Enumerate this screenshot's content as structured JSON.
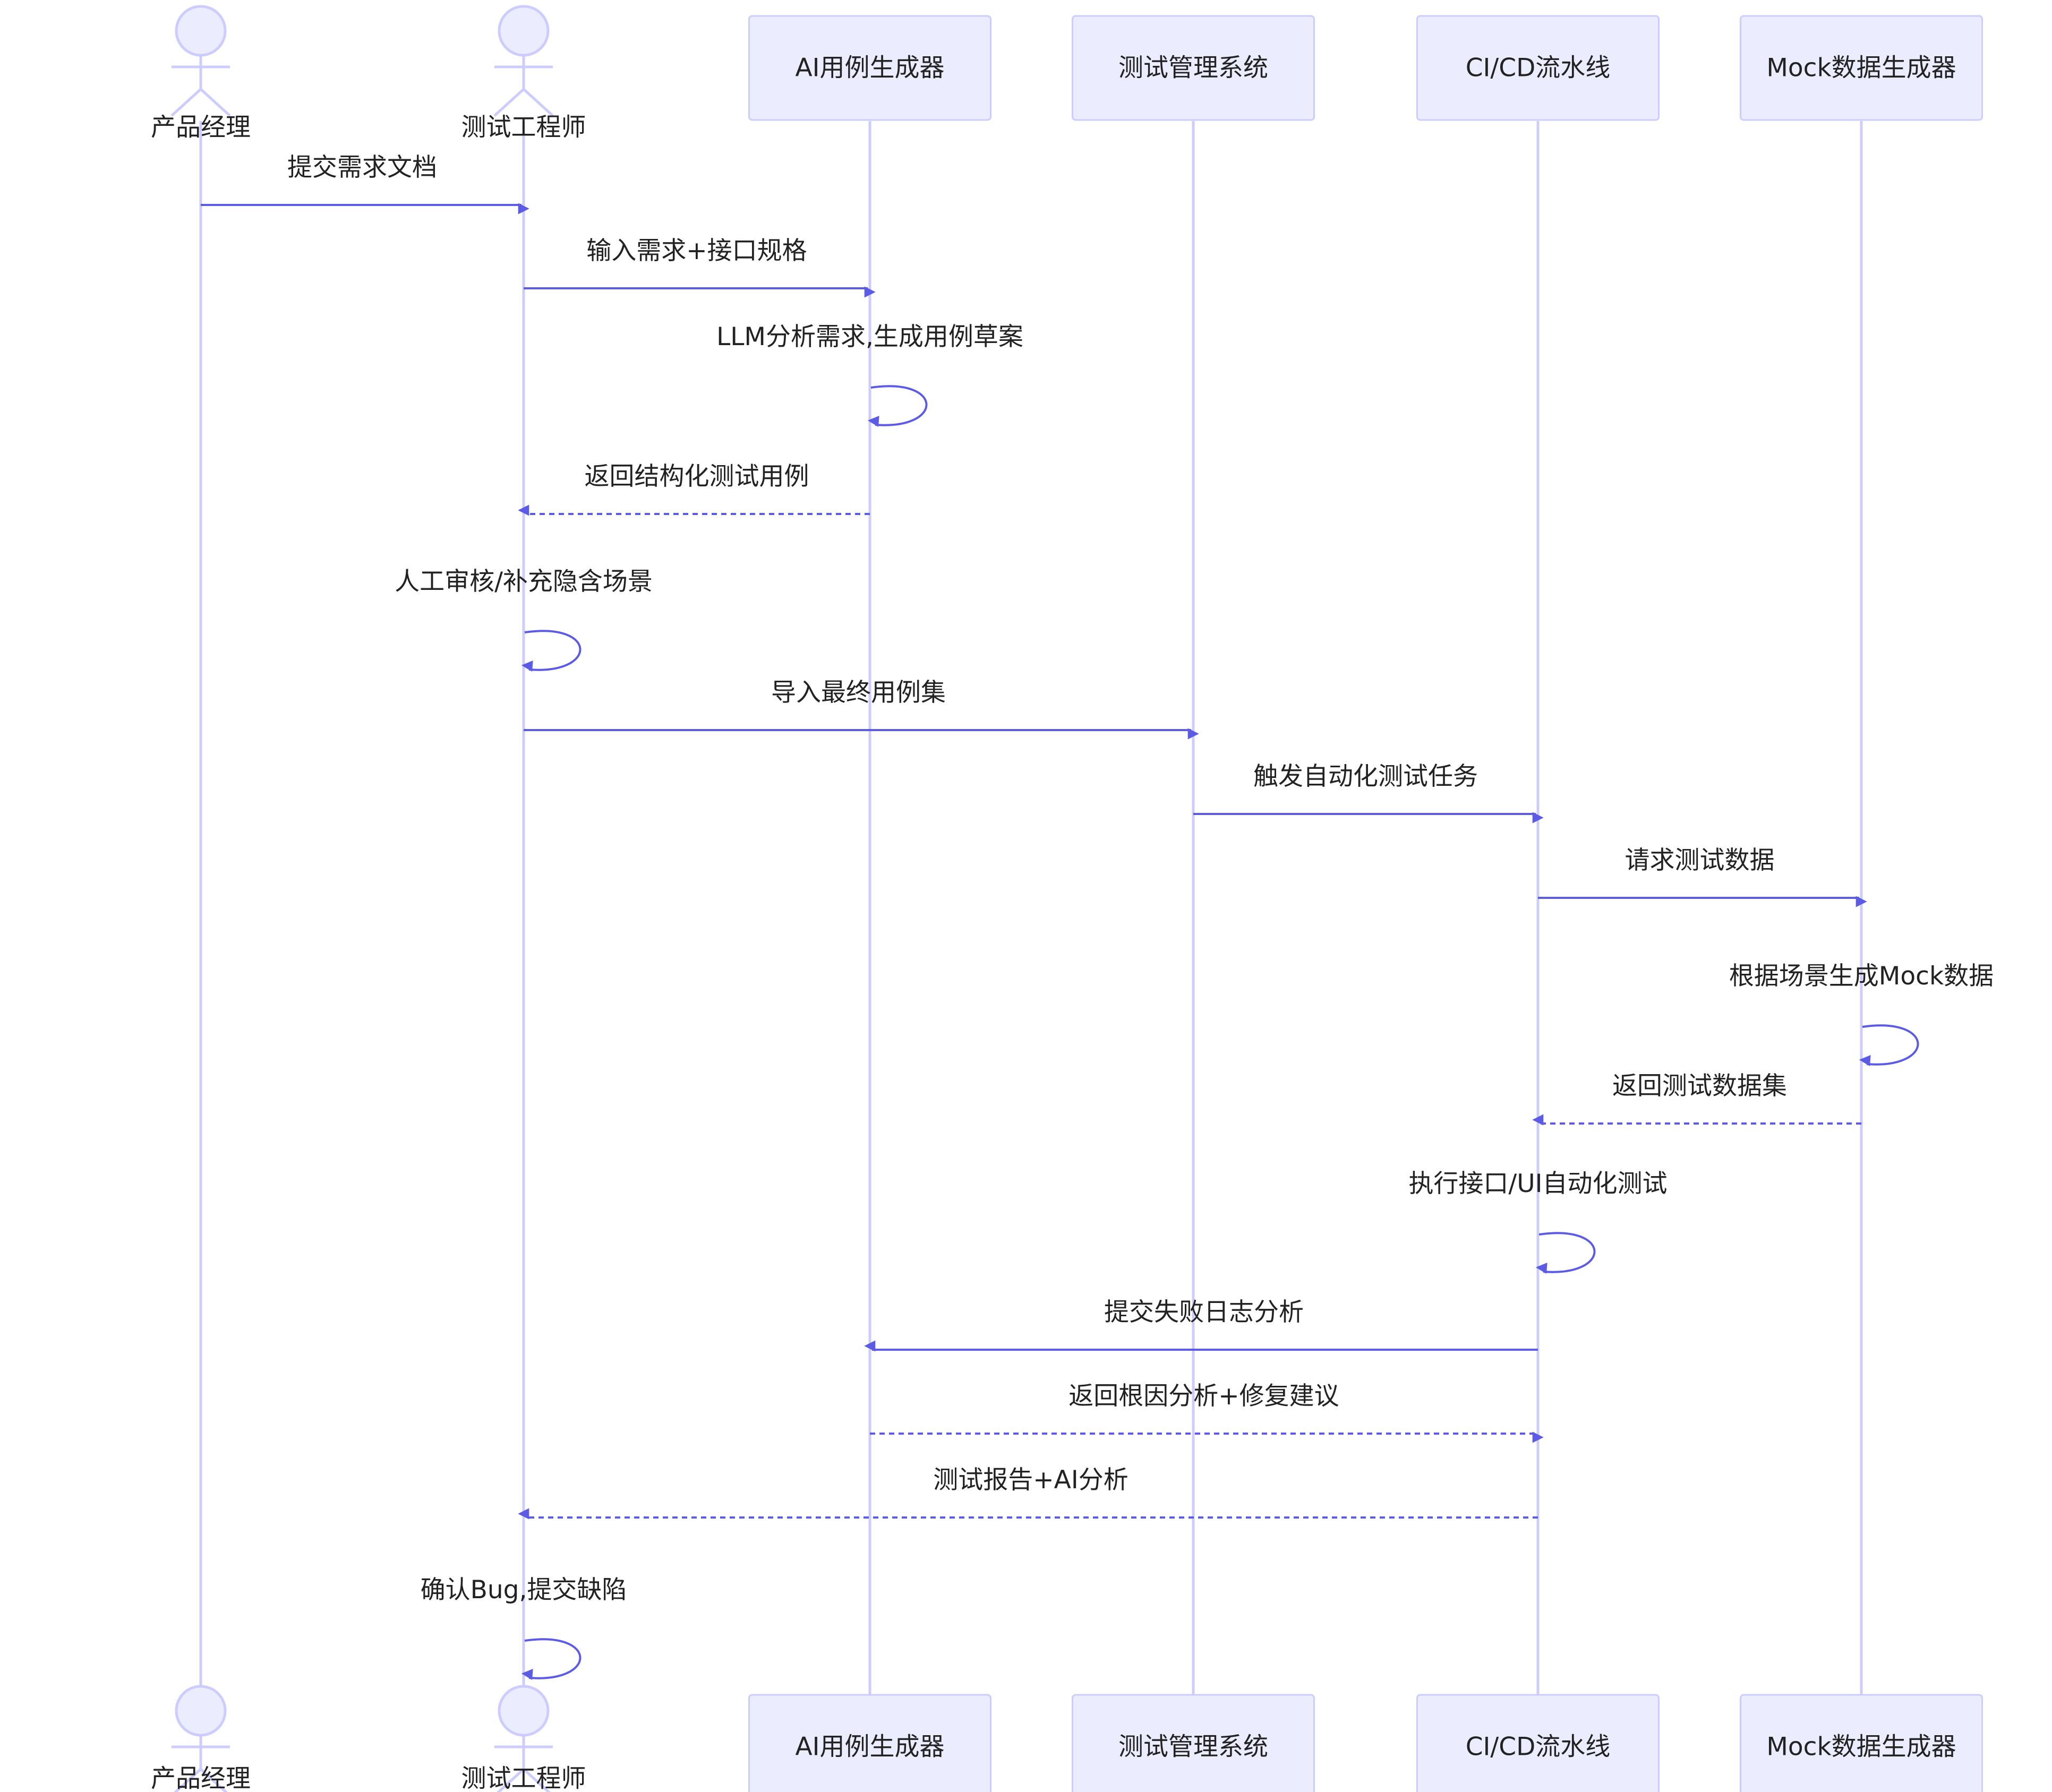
{
  "participants": [
    {
      "id": "pm",
      "type": "actor",
      "label": "产品经理"
    },
    {
      "id": "qa",
      "type": "actor",
      "label": "测试工程师"
    },
    {
      "id": "ai",
      "type": "box",
      "label": "AI用例生成器"
    },
    {
      "id": "tms",
      "type": "box",
      "label": "测试管理系统"
    },
    {
      "id": "ci",
      "type": "box",
      "label": "CI/CD流水线"
    },
    {
      "id": "mock",
      "type": "box",
      "label": "Mock数据生成器"
    }
  ],
  "messages": [
    {
      "from": "pm",
      "to": "qa",
      "label": "提交需求文档",
      "style": "solid"
    },
    {
      "from": "qa",
      "to": "ai",
      "label": "输入需求+接口规格",
      "style": "solid"
    },
    {
      "from": "ai",
      "to": "ai",
      "label": "LLM分析需求,生成用例草案",
      "style": "solid"
    },
    {
      "from": "ai",
      "to": "qa",
      "label": "返回结构化测试用例",
      "style": "dashed"
    },
    {
      "from": "qa",
      "to": "qa",
      "label": "人工审核/补充隐含场景",
      "style": "solid"
    },
    {
      "from": "qa",
      "to": "tms",
      "label": "导入最终用例集",
      "style": "solid"
    },
    {
      "from": "tms",
      "to": "ci",
      "label": "触发自动化测试任务",
      "style": "solid"
    },
    {
      "from": "ci",
      "to": "mock",
      "label": "请求测试数据",
      "style": "solid"
    },
    {
      "from": "mock",
      "to": "mock",
      "label": "根据场景生成Mock数据",
      "style": "solid"
    },
    {
      "from": "mock",
      "to": "ci",
      "label": "返回测试数据集",
      "style": "dashed"
    },
    {
      "from": "ci",
      "to": "ci",
      "label": "执行接口/UI自动化测试",
      "style": "solid"
    },
    {
      "from": "ci",
      "to": "ai",
      "label": "提交失败日志分析",
      "style": "solid"
    },
    {
      "from": "ai",
      "to": "ci",
      "label": "返回根因分析+修复建议",
      "style": "dashed"
    },
    {
      "from": "ci",
      "to": "qa",
      "label": "测试报告+AI分析",
      "style": "dashed"
    },
    {
      "from": "qa",
      "to": "qa",
      "label": "确认Bug,提交缺陷",
      "style": "solid"
    }
  ],
  "colors": {
    "participant_fill": "#ECECFF",
    "participant_stroke": "#CCCCFF",
    "message_line": "#5B5BE6",
    "text": "#222222"
  }
}
